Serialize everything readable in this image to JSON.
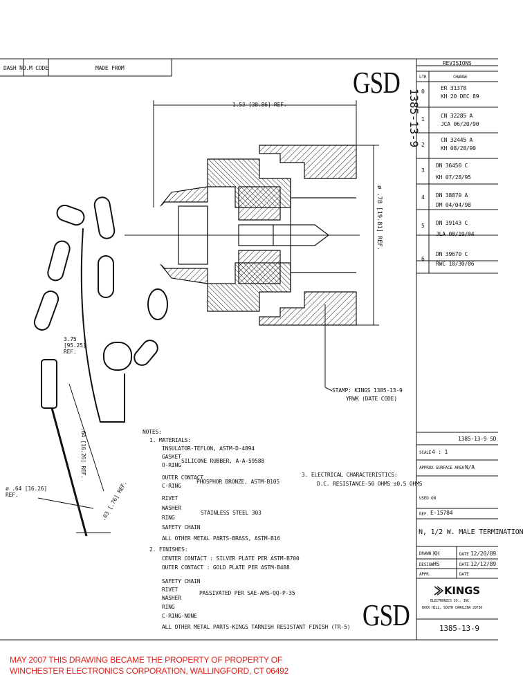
{
  "header": {
    "dash_no_label": "DASH NO.",
    "m_code_label": "M CODE",
    "made_from_label": "MADE FROM"
  },
  "logo_text": "GSD",
  "revisions": {
    "title": "REVISIONS",
    "columns": [
      "LTR",
      "CHANGE"
    ],
    "rows": [
      {
        "ltr": "0",
        "line1": "ER 31378",
        "line2": "KH  20 DEC 89"
      },
      {
        "ltr": "1",
        "line1": "CN    32285 A",
        "line2": "JCA   06/20/90"
      },
      {
        "ltr": "2",
        "line1": "CN    32445 A",
        "line2": "KH    08/28/90"
      },
      {
        "ltr": "3",
        "line1": "DN  36450  C",
        "line2": "KH    07/28/95"
      },
      {
        "ltr": "4",
        "line1": "DN    38870 A",
        "line2": "DM   04/04/98"
      },
      {
        "ltr": "5",
        "line1": "DN    39143 C",
        "line2": "JLA  08/19/04"
      },
      {
        "ltr": "6",
        "line1": "DN    39670  C",
        "line2": "RWC 10/30/06"
      }
    ]
  },
  "part_number_vertical": "1385-13-9",
  "dimensions": {
    "length": "1.53 [38.86] REF.",
    "diameter": "ø .78 [19.81] REF.",
    "chain_length": "3.75 [95.25] REF.",
    "ring_height": ".64 [16.26] REF.",
    "ring_dia": "ø .64 [16.26] REF.",
    "wire": ".03 [.76] REF."
  },
  "stamp": {
    "line1": "STAMP: KINGS 1385-13-9",
    "line2": "YRWK (DATE CODE)"
  },
  "notes": {
    "title": "NOTES:",
    "materials_title": "1. MATERIALS:",
    "materials": [
      "INSULATOR-TEFLON, ASTM-D-4894",
      "GASKET",
      "O-RING",
      "OUTER CONTACT",
      "C-RING",
      "RIVET",
      "WASHER",
      "RING",
      "SAFETY CHAIN",
      "ALL OTHER METAL PARTS-BRASS, ASTM-B16"
    ],
    "silicone": "SILICONE RUBBER, A-A-59588",
    "phosphor": "PHOSPHOR BRONZE, ASTM-B105",
    "stainless": "STAINLESS STEEL 303",
    "finishes_title": "2. FINISHES:",
    "finishes": [
      "CENTER CONTACT : SILVER PLATE PER ASTM-B700",
      "OUTER CONTACT  : GOLD PLATE PER ASTM-B488",
      "SAFETY CHAIN",
      "RIVET",
      "WASHER",
      "RING",
      "C-RING-NONE",
      "ALL OTHER METAL PARTS-KINGS TARNISH RESISTANT FINISH (TR-5)"
    ],
    "passivated": "PASSIVATED PER SAE-AMS-QQ-P-35",
    "electrical_title": "3. ELECTRICAL CHARACTERISTICS:",
    "electrical": "D.C. RESISTANCE-50 OHMS ±0.5 OHMS"
  },
  "title_block": {
    "doc_no": "1385-13-9 SD",
    "scale_label": "SCALE",
    "scale": "4 : 1",
    "surface_label": "APPROX SURFACE AREA",
    "surface": "N/A",
    "used_on_label": "USED ON",
    "ref_label": "REF.",
    "ref": "E-15784",
    "title": "N, 1/2 W. MALE TERMINATION",
    "drawn_label": "DRAWN",
    "drawn": "KH",
    "drawn_date_label": "DATE",
    "drawn_date": "12/20/89",
    "design_label": "DESIGN",
    "design": "HS",
    "design_date_label": "DATE",
    "design_date": "12/12/89",
    "appr_label": "APPR.",
    "appr_date_label": "DATE",
    "company": "KINGS",
    "company_sub": "ELECTRONICS CO., INC.",
    "company_addr": "ROCK HILL, SOUTH CAROLINA 29730",
    "part_no": "1385-13-9"
  },
  "footer": {
    "line1": "MAY 2007 THIS DRAWING BECAME THE PROPERTY OF PROPERTY OF",
    "line2": "WINCHESTER ELECTRONICS CORPORATION, WALLINGFORD, CT 06492"
  }
}
